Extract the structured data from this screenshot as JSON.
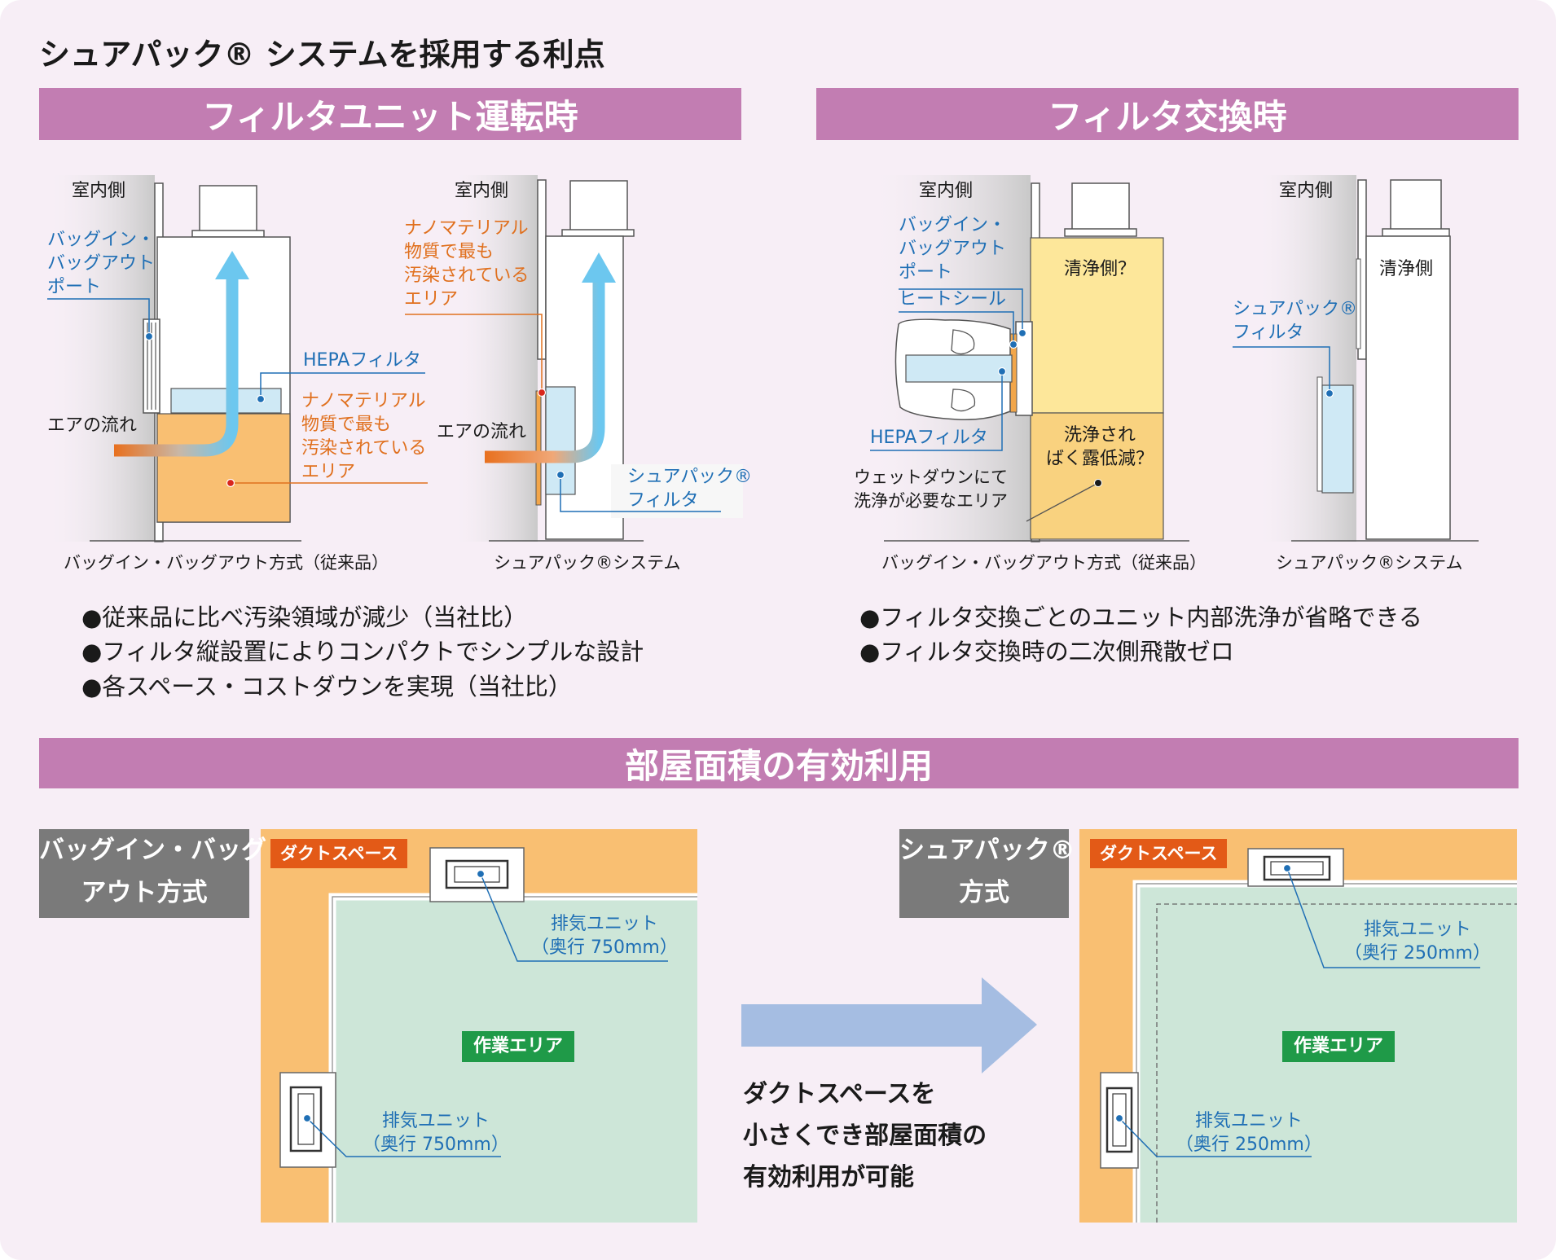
{
  "title": "シュアパック® システムを採用する利点",
  "sections": {
    "operation": "フィルタユニット運転時",
    "exchange": "フィルタ交換時",
    "room": "部屋面積の有効利用"
  },
  "operation": {
    "left": {
      "indoor": "室内側",
      "port": "バッグイン・\nバッグアウト\nポート",
      "hepa": "HEPAフィルタ",
      "contaminated": "ナノマテリアル\n物質で最も\n汚染されている\nエリア",
      "airflow": "エアの流れ",
      "caption": "バッグイン・バッグアウト方式（従来品）"
    },
    "right": {
      "indoor": "室内側",
      "contaminated": "ナノマテリアル\n物質で最も\n汚染されている\nエリア",
      "airflow": "エアの流れ",
      "filter": "シュアパック®\nフィルタ",
      "caption": "シュアパック®システム"
    },
    "bullets": [
      "●従来品に比べ汚染領域が減少（当社比）",
      "●フィルタ縦設置によりコンパクトでシンプルな設計",
      "●各スペース・コストダウンを実現（当社比）"
    ]
  },
  "exchange": {
    "left": {
      "indoor": "室内側",
      "port": "バッグイン・\nバッグアウト\nポート",
      "heatseal": "ヒートシール",
      "hepa": "HEPAフィルタ",
      "wet": "ウェットダウンにて\n洗浄が必要なエリア",
      "clean_q": "清浄側？",
      "wash_q": "洗浄され\nばく露低減？",
      "caption": "バッグイン・バッグアウト方式（従来品）"
    },
    "right": {
      "indoor": "室内側",
      "clean": "清浄側",
      "filter": "シュアパック®\nフィルタ",
      "caption": "シュアパック®システム"
    },
    "bullets": [
      "●フィルタ交換ごとのユニット内部洗浄が省略できる",
      "●フィルタ交換時の二次側飛散ゼロ"
    ]
  },
  "room": {
    "left": {
      "method": "バッグイン・バッグ\nアウト方式",
      "duct": "ダクトスペース",
      "exhaust_top": "排気ユニット\n（奥行 750mm）",
      "exhaust_side": "排気ユニット\n（奥行 750mm）",
      "work": "作業エリア"
    },
    "right": {
      "method": "シュアパック®\n方式",
      "duct": "ダクトスペース",
      "exhaust_top": "排気ユニット\n（奥行 250mm）",
      "exhaust_side": "排気ユニット\n（奥行 250mm）",
      "work": "作業エリア"
    },
    "arrow_text": "ダクトスペースを\n小さくでき部屋面積の\n有効利用が可能"
  },
  "colors": {
    "band": "#c27db2",
    "orange": "#f9bf72",
    "green": "#cde6d8",
    "airflow_blue": "#6cc7ef",
    "label_blue": "#1f6fb5",
    "label_orange": "#e0701e",
    "gray_box": "#7a7a7a",
    "arrow": "#a5bde2"
  }
}
